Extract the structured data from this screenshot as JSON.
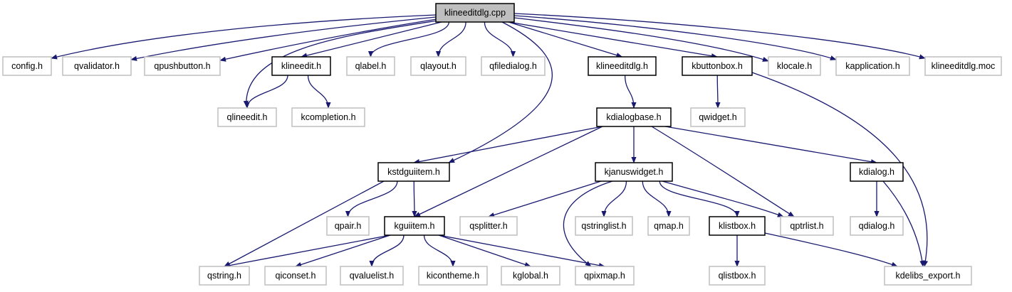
{
  "graph": {
    "type": "include-dependency-graph",
    "colors": {
      "edge": "#191970",
      "root_fill": "#bfbfbf",
      "documented_border": "#000000",
      "undocumented_border": "#bfbfbf"
    },
    "nodes": [
      {
        "id": "cpp",
        "label": "klineeditdlg.cpp",
        "kind": "root"
      },
      {
        "id": "config",
        "label": "config.h",
        "kind": "undoc"
      },
      {
        "id": "qvalidator",
        "label": "qvalidator.h",
        "kind": "undoc"
      },
      {
        "id": "qpushbutton",
        "label": "qpushbutton.h",
        "kind": "undoc"
      },
      {
        "id": "klineedit",
        "label": "klineedit.h",
        "kind": "doc"
      },
      {
        "id": "qlabel",
        "label": "qlabel.h",
        "kind": "undoc"
      },
      {
        "id": "qlayout",
        "label": "qlayout.h",
        "kind": "undoc"
      },
      {
        "id": "qfiledialog",
        "label": "qfiledialog.h",
        "kind": "undoc"
      },
      {
        "id": "klineeditdlgh",
        "label": "klineeditdlg.h",
        "kind": "doc"
      },
      {
        "id": "kbuttonbox",
        "label": "kbuttonbox.h",
        "kind": "doc"
      },
      {
        "id": "klocale",
        "label": "klocale.h",
        "kind": "undoc"
      },
      {
        "id": "kapplication",
        "label": "kapplication.h",
        "kind": "undoc"
      },
      {
        "id": "moc",
        "label": "klineeditdlg.moc",
        "kind": "undoc"
      },
      {
        "id": "qlineedit",
        "label": "qlineedit.h",
        "kind": "undoc"
      },
      {
        "id": "kcompletion",
        "label": "kcompletion.h",
        "kind": "undoc"
      },
      {
        "id": "kdialogbase",
        "label": "kdialogbase.h",
        "kind": "doc"
      },
      {
        "id": "qwidget",
        "label": "qwidget.h",
        "kind": "undoc"
      },
      {
        "id": "kstdguiitem",
        "label": "kstdguiitem.h",
        "kind": "doc"
      },
      {
        "id": "kjanuswidget",
        "label": "kjanuswidget.h",
        "kind": "doc"
      },
      {
        "id": "kdialog",
        "label": "kdialog.h",
        "kind": "doc"
      },
      {
        "id": "qpair",
        "label": "qpair.h",
        "kind": "undoc"
      },
      {
        "id": "kguiitem",
        "label": "kguiitem.h",
        "kind": "doc"
      },
      {
        "id": "qsplitter",
        "label": "qsplitter.h",
        "kind": "undoc"
      },
      {
        "id": "qstringlist",
        "label": "qstringlist.h",
        "kind": "undoc"
      },
      {
        "id": "qmap",
        "label": "qmap.h",
        "kind": "undoc"
      },
      {
        "id": "klistbox",
        "label": "klistbox.h",
        "kind": "doc"
      },
      {
        "id": "qptrlist",
        "label": "qptrlist.h",
        "kind": "undoc"
      },
      {
        "id": "qdialog",
        "label": "qdialog.h",
        "kind": "undoc"
      },
      {
        "id": "qstring",
        "label": "qstring.h",
        "kind": "undoc"
      },
      {
        "id": "qiconset",
        "label": "qiconset.h",
        "kind": "undoc"
      },
      {
        "id": "qvaluelist",
        "label": "qvaluelist.h",
        "kind": "undoc"
      },
      {
        "id": "kicontheme",
        "label": "kicontheme.h",
        "kind": "undoc"
      },
      {
        "id": "kglobal",
        "label": "kglobal.h",
        "kind": "undoc"
      },
      {
        "id": "qpixmap",
        "label": "qpixmap.h",
        "kind": "undoc"
      },
      {
        "id": "qlistbox",
        "label": "qlistbox.h",
        "kind": "undoc"
      },
      {
        "id": "kdelibs_export",
        "label": "kdelibs_export.h",
        "kind": "undoc"
      }
    ],
    "edges": [
      [
        "cpp",
        "config"
      ],
      [
        "cpp",
        "qvalidator"
      ],
      [
        "cpp",
        "qpushbutton"
      ],
      [
        "cpp",
        "klineedit"
      ],
      [
        "cpp",
        "qlabel"
      ],
      [
        "cpp",
        "qlayout"
      ],
      [
        "cpp",
        "qfiledialog"
      ],
      [
        "cpp",
        "klineeditdlgh"
      ],
      [
        "cpp",
        "kbuttonbox"
      ],
      [
        "cpp",
        "klocale"
      ],
      [
        "cpp",
        "kapplication"
      ],
      [
        "cpp",
        "moc"
      ],
      [
        "cpp",
        "qlineedit"
      ],
      [
        "cpp",
        "kstdguiitem"
      ],
      [
        "klineedit",
        "qlineedit"
      ],
      [
        "klineedit",
        "kcompletion"
      ],
      [
        "klineeditdlgh",
        "kdialogbase"
      ],
      [
        "kbuttonbox",
        "qwidget"
      ],
      [
        "kbuttonbox",
        "kdelibs_export"
      ],
      [
        "kdialogbase",
        "kstdguiitem"
      ],
      [
        "kdialogbase",
        "kguiitem"
      ],
      [
        "kdialogbase",
        "kjanuswidget"
      ],
      [
        "kdialogbase",
        "qptrlist"
      ],
      [
        "kdialogbase",
        "kdialog"
      ],
      [
        "kstdguiitem",
        "qpair"
      ],
      [
        "kstdguiitem",
        "kguiitem"
      ],
      [
        "kstdguiitem",
        "qstring"
      ],
      [
        "kjanuswidget",
        "qsplitter"
      ],
      [
        "kjanuswidget",
        "qpixmap"
      ],
      [
        "kjanuswidget",
        "qstringlist"
      ],
      [
        "kjanuswidget",
        "qmap"
      ],
      [
        "kjanuswidget",
        "klistbox"
      ],
      [
        "kjanuswidget",
        "qptrlist"
      ],
      [
        "kdialog",
        "qdialog"
      ],
      [
        "kdialog",
        "kdelibs_export"
      ],
      [
        "kguiitem",
        "qstring"
      ],
      [
        "kguiitem",
        "qiconset"
      ],
      [
        "kguiitem",
        "qvaluelist"
      ],
      [
        "kguiitem",
        "kicontheme"
      ],
      [
        "kguiitem",
        "kglobal"
      ],
      [
        "kguiitem",
        "qpixmap"
      ],
      [
        "klistbox",
        "qlistbox"
      ],
      [
        "klistbox",
        "kdelibs_export"
      ]
    ]
  }
}
